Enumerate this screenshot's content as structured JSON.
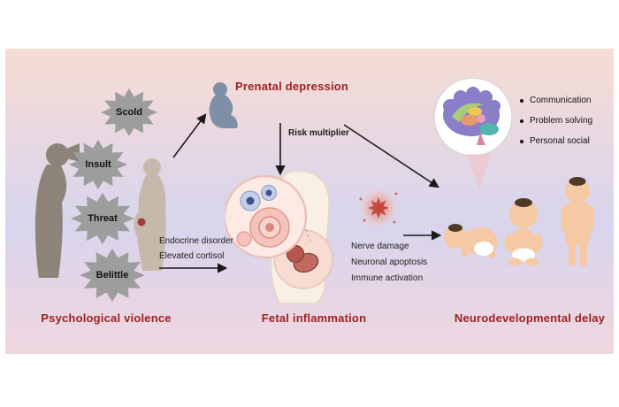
{
  "colors": {
    "heading_red": "#9c2222",
    "starburst_gray": "#9d9d9d",
    "background_top": "#f6ddd2",
    "background_mid": "#d9d5ec",
    "background_bottom": "#efd7e0"
  },
  "stressors": [
    "Scold",
    "Insult",
    "Threat",
    "Belittle"
  ],
  "sections": {
    "psychological_violence": "Psychological violence",
    "prenatal_depression": "Prenatal depression",
    "fetal_inflammation": "Fetal inflammation",
    "neurodevelopmental_delay": "Neurodevelopmental delay"
  },
  "annotations": {
    "risk_multiplier": "Risk multiplier",
    "endocrine_lines": [
      "Endocrine disorder",
      "Elevated cortisol"
    ],
    "fetal_effect_lines": [
      "Nerve damage",
      "Neuronal apoptosis",
      "Immune activation"
    ],
    "outcomes": [
      "Communication",
      "Problem solving",
      "Personal social"
    ]
  }
}
